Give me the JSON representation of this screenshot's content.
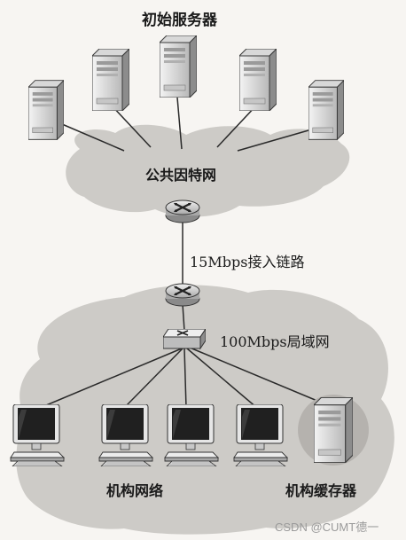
{
  "diagram": {
    "title": "初始服务器",
    "public_internet": "公共因特网",
    "access_link": "15Mbps接入链路",
    "lan": "100Mbps局域网",
    "institution_network": "机构网络",
    "institution_cache": "机构缓存器"
  },
  "watermark": "CSDN @CUMT德一",
  "icons": {
    "origin_server": "tower-server-icon",
    "router": "router-icon",
    "switch": "switch-icon",
    "workstation": "desktop-computer-icon",
    "cache": "cache-server-icon"
  },
  "colors": {
    "cloud": "#cdcbc7",
    "line": "#2a2a2a",
    "device_light": "#f2f2f2",
    "device_dark": "#9a9a9a",
    "monitor_screen": "#202020"
  }
}
